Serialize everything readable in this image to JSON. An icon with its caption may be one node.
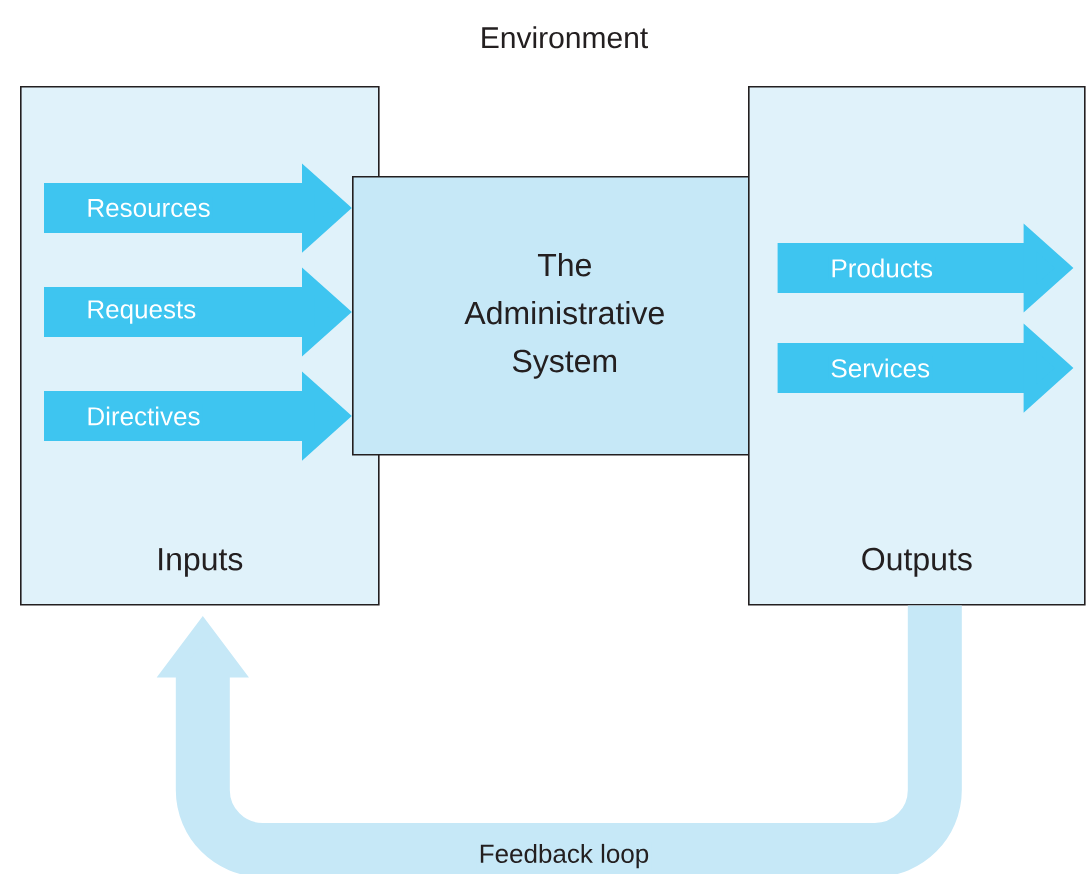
{
  "diagram": {
    "title": "Environment",
    "nodes": [
      {
        "text": [
          "Inputs"
        ]
      },
      {
        "text": [
          "The Administrative System"
        ]
      },
      {
        "text": [
          "Outputs"
        ]
      }
    ],
    "edges": [
      {
        "from": 0,
        "to": 1,
        "arrow": "to",
        "label": "Resources"
      },
      {
        "from": 0,
        "to": 1,
        "arrow": "to",
        "label": "Requests"
      },
      {
        "from": 0,
        "to": 1,
        "arrow": "to",
        "label": "Directives"
      },
      {
        "from": 1,
        "to": 2,
        "arrow": "to",
        "label": "Products"
      },
      {
        "from": 1,
        "to": 2,
        "arrow": "to",
        "label": "Services"
      },
      {
        "from": 2,
        "to": 0,
        "arrow": "to",
        "label": "Feedback loop",
        "color": "#c6e8f7"
      }
    ]
  }
}
